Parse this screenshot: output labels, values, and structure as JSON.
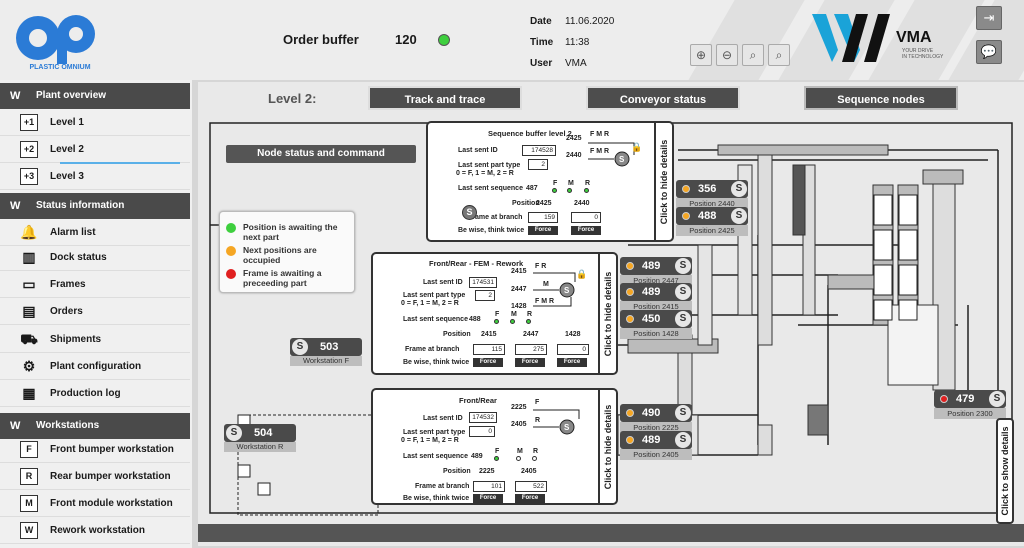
{
  "brand": {
    "logo_text": "PLASTIC OMNIUM",
    "vma_text": "VMA",
    "vma_tagline1": "YOUR DRIVE",
    "vma_tagline2": "IN TECHNOLOGY"
  },
  "header": {
    "order_label": "Order buffer",
    "order_value": "120",
    "order_status_color": "#3ecf3e",
    "date_label": "Date",
    "date_value": "11.06.2020",
    "time_label": "Time",
    "time_value": "11:38",
    "user_label": "User",
    "user_value": "VMA"
  },
  "sidebar": {
    "plant_title": "Plant overview",
    "levels": [
      {
        "icon": "+1",
        "label": "Level 1"
      },
      {
        "icon": "+2",
        "label": "Level 2"
      },
      {
        "icon": "+3",
        "label": "Level 3"
      }
    ],
    "status_title": "Status information",
    "status_items": [
      {
        "icon": "alarm-icon",
        "label": "Alarm list"
      },
      {
        "icon": "dock-icon",
        "label": "Dock status"
      },
      {
        "icon": "frames-icon",
        "label": "Frames"
      },
      {
        "icon": "orders-icon",
        "label": "Orders"
      },
      {
        "icon": "truck-icon",
        "label": "Shipments"
      },
      {
        "icon": "gear-icon",
        "label": "Plant configuration"
      },
      {
        "icon": "log-icon",
        "label": "Production log"
      }
    ],
    "ws_title": "Workstations",
    "workstations": [
      {
        "icon": "F",
        "label": "Front bumper workstation"
      },
      {
        "icon": "R",
        "label": "Rear bumper workstation"
      },
      {
        "icon": "M",
        "label": "Front module workstation"
      },
      {
        "icon": "W",
        "label": "Rework workstation"
      }
    ]
  },
  "main": {
    "level_label": "Level 2:",
    "tabs": [
      "Track and trace",
      "Conveyor status",
      "Sequence nodes"
    ],
    "node_status_button": "Node status and command",
    "show_details": "Click to show details"
  },
  "legend": [
    {
      "color": "#3ecf3e",
      "text": "Position is awaiting the next part"
    },
    {
      "color": "#f5a623",
      "text": "Next positions are occupied"
    },
    {
      "color": "#e02020",
      "text": "Frame is awaiting a preceeding part"
    }
  ],
  "common": {
    "last_sent_id": "Last sent ID",
    "last_sent_type": "Last sent part type",
    "type_hint": "0 = F, 1 = M, 2 = R",
    "last_sent_seq": "Last sent sequence",
    "position": "Position",
    "frame_at_branch": "Frame at branch",
    "be_wise": "Be wise, think twice",
    "force": "Force",
    "hide": "Click to hide details",
    "s": "S",
    "F": "F",
    "M": "M",
    "R": "R"
  },
  "panels": [
    {
      "title": "Sequence buffer level 2",
      "id": "174528",
      "type": "2",
      "seq": "487",
      "pos1": "2425",
      "pos2": "2440",
      "frame1": "159",
      "frame2": "0",
      "arrow_top": "F M R",
      "arrow_bot": "F M R",
      "out1": "2425",
      "out2": "2440"
    },
    {
      "title": "Front/Rear - FEM - Rework",
      "id": "174531",
      "type": "2",
      "seq": "488",
      "pos1": "2415",
      "pos2": "2447",
      "pos3": "1428",
      "frame1": "115",
      "frame2": "275",
      "frame3": "0",
      "out1": "2415",
      "out2": "2447",
      "out3": "1428",
      "a1": "F R",
      "a2": "M",
      "a3": "F M R"
    },
    {
      "title": "Front/Rear",
      "id": "174532",
      "type": "0",
      "seq": "489",
      "pos1": "2225",
      "pos2": "2405",
      "frame1": "101",
      "frame2": "522",
      "out1": "2225",
      "out2": "2405",
      "a1": "F",
      "a2": "R"
    }
  ],
  "positions": [
    {
      "value": "356",
      "label": "Position 2440",
      "dot": "#f5a623"
    },
    {
      "value": "488",
      "label": "Position 2425",
      "dot": "#f5a623"
    },
    {
      "value": "489",
      "label": "Position 2447",
      "dot": "#f5a623"
    },
    {
      "value": "489",
      "label": "Position 2415",
      "dot": "#f5a623"
    },
    {
      "value": "450",
      "label": "Position 1428",
      "dot": "#f5a623"
    },
    {
      "value": "490",
      "label": "Position 2225",
      "dot": "#f5a623"
    },
    {
      "value": "489",
      "label": "Position 2405",
      "dot": "#f5a623"
    },
    {
      "value": "479",
      "label": "Position 2300",
      "dot": "#e02020"
    }
  ],
  "workstations_map": [
    {
      "value": "503",
      "label": "Workstation F"
    },
    {
      "value": "504",
      "label": "Workstation R"
    }
  ]
}
